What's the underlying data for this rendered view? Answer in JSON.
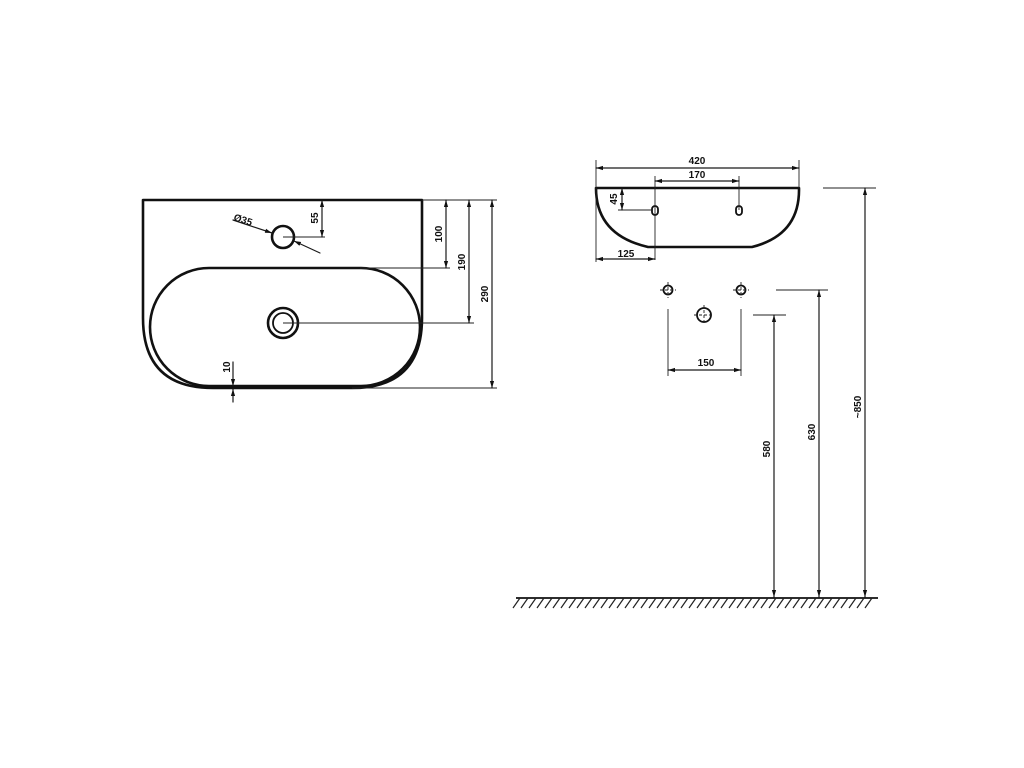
{
  "dimensions": {
    "top_view": {
      "hole_diameter": "Ø35",
      "hole_offset": "55",
      "bowl_top": "100",
      "drain_center": "190",
      "total_depth": "290",
      "bottom_rim": "10"
    },
    "side_view": {
      "overall_width": "420",
      "hole_spacing": "170",
      "hole_depth": "45",
      "edge_offset": "125"
    },
    "installation": {
      "supply_spacing": "150",
      "drain_height": "580",
      "supply_height": "630",
      "rim_height": "~850"
    }
  }
}
